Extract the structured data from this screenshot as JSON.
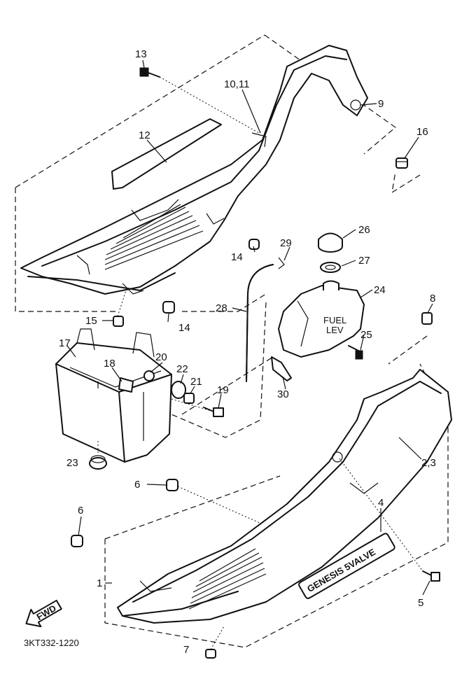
{
  "diagram": {
    "drawing_code": "3KT332-1220",
    "fwd_label": "FWD",
    "badge_text": "GENESIS 5VALVE",
    "tank_text": "FUEL",
    "tank_text2": "LEV",
    "part_labels": {
      "p1": "1",
      "p2_3": "2,3",
      "p4": "4",
      "p5": "5",
      "p6a": "6",
      "p6b": "6",
      "p7": "7",
      "p8": "8",
      "p9": "9",
      "p10_11": "10,11",
      "p12": "12",
      "p13": "13",
      "p14a": "14",
      "p14b": "14",
      "p15": "15",
      "p16": "16",
      "p17": "17",
      "p18": "18",
      "p19": "19",
      "p20": "20",
      "p21": "21",
      "p22": "22",
      "p23": "23",
      "p24": "24",
      "p25": "25",
      "p26": "26",
      "p27": "27",
      "p28": "28",
      "p29": "29",
      "p30": "30"
    }
  }
}
